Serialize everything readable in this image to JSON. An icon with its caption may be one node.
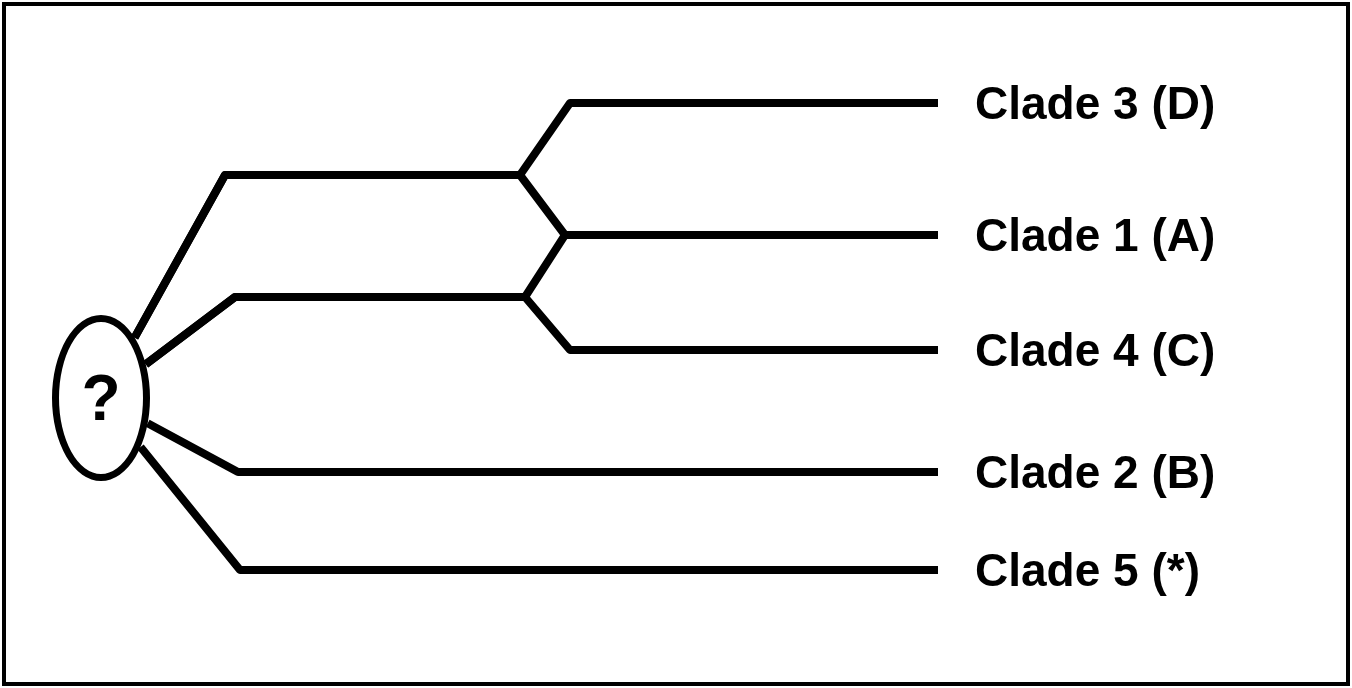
{
  "diagram": {
    "nodes": [
      {
        "text": [
          "?"
        ]
      },
      {
        "text": [
          "Clade 3 (D)"
        ]
      },
      {
        "text": [
          "Clade 1 (A)"
        ]
      },
      {
        "text": [
          "Clade 4 (C)"
        ]
      },
      {
        "text": [
          "Clade 2 (B)"
        ]
      },
      {
        "text": [
          "Clade 5 (*)"
        ]
      }
    ],
    "edges": [
      {
        "from": 0,
        "to": 1,
        "arrow": "none"
      },
      {
        "from": 0,
        "to": 2,
        "arrow": "none"
      },
      {
        "from": 0,
        "to": 2,
        "arrow": "none"
      },
      {
        "from": 0,
        "to": 3,
        "arrow": "none"
      },
      {
        "from": 0,
        "to": 4,
        "arrow": "none"
      },
      {
        "from": 0,
        "to": 5,
        "arrow": "none"
      }
    ]
  }
}
